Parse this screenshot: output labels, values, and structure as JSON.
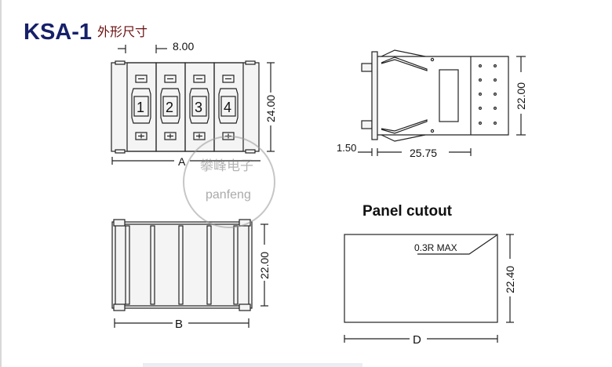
{
  "title": {
    "model": "KSA-1",
    "subtitle": "外形尺寸"
  },
  "colors": {
    "title": "#16206a",
    "subtitle": "#6a1010",
    "line": "#222222"
  },
  "front_view": {
    "pitch": "8.00",
    "height": "24.00",
    "width_label": "A",
    "digits": [
      "1",
      "2",
      "3",
      "4"
    ],
    "minus": "−",
    "plus": "+"
  },
  "side_view": {
    "flange": "1.50",
    "depth": "25.75",
    "height": "22.00"
  },
  "bottom_view": {
    "height": "22.00",
    "width_label": "B"
  },
  "panel_cutout": {
    "title": "Panel cutout",
    "radius_note": "0.3R  MAX",
    "height": "22.40",
    "width_label": "D"
  },
  "watermark": {
    "cn": "攀峰电子",
    "en": "panfeng"
  }
}
